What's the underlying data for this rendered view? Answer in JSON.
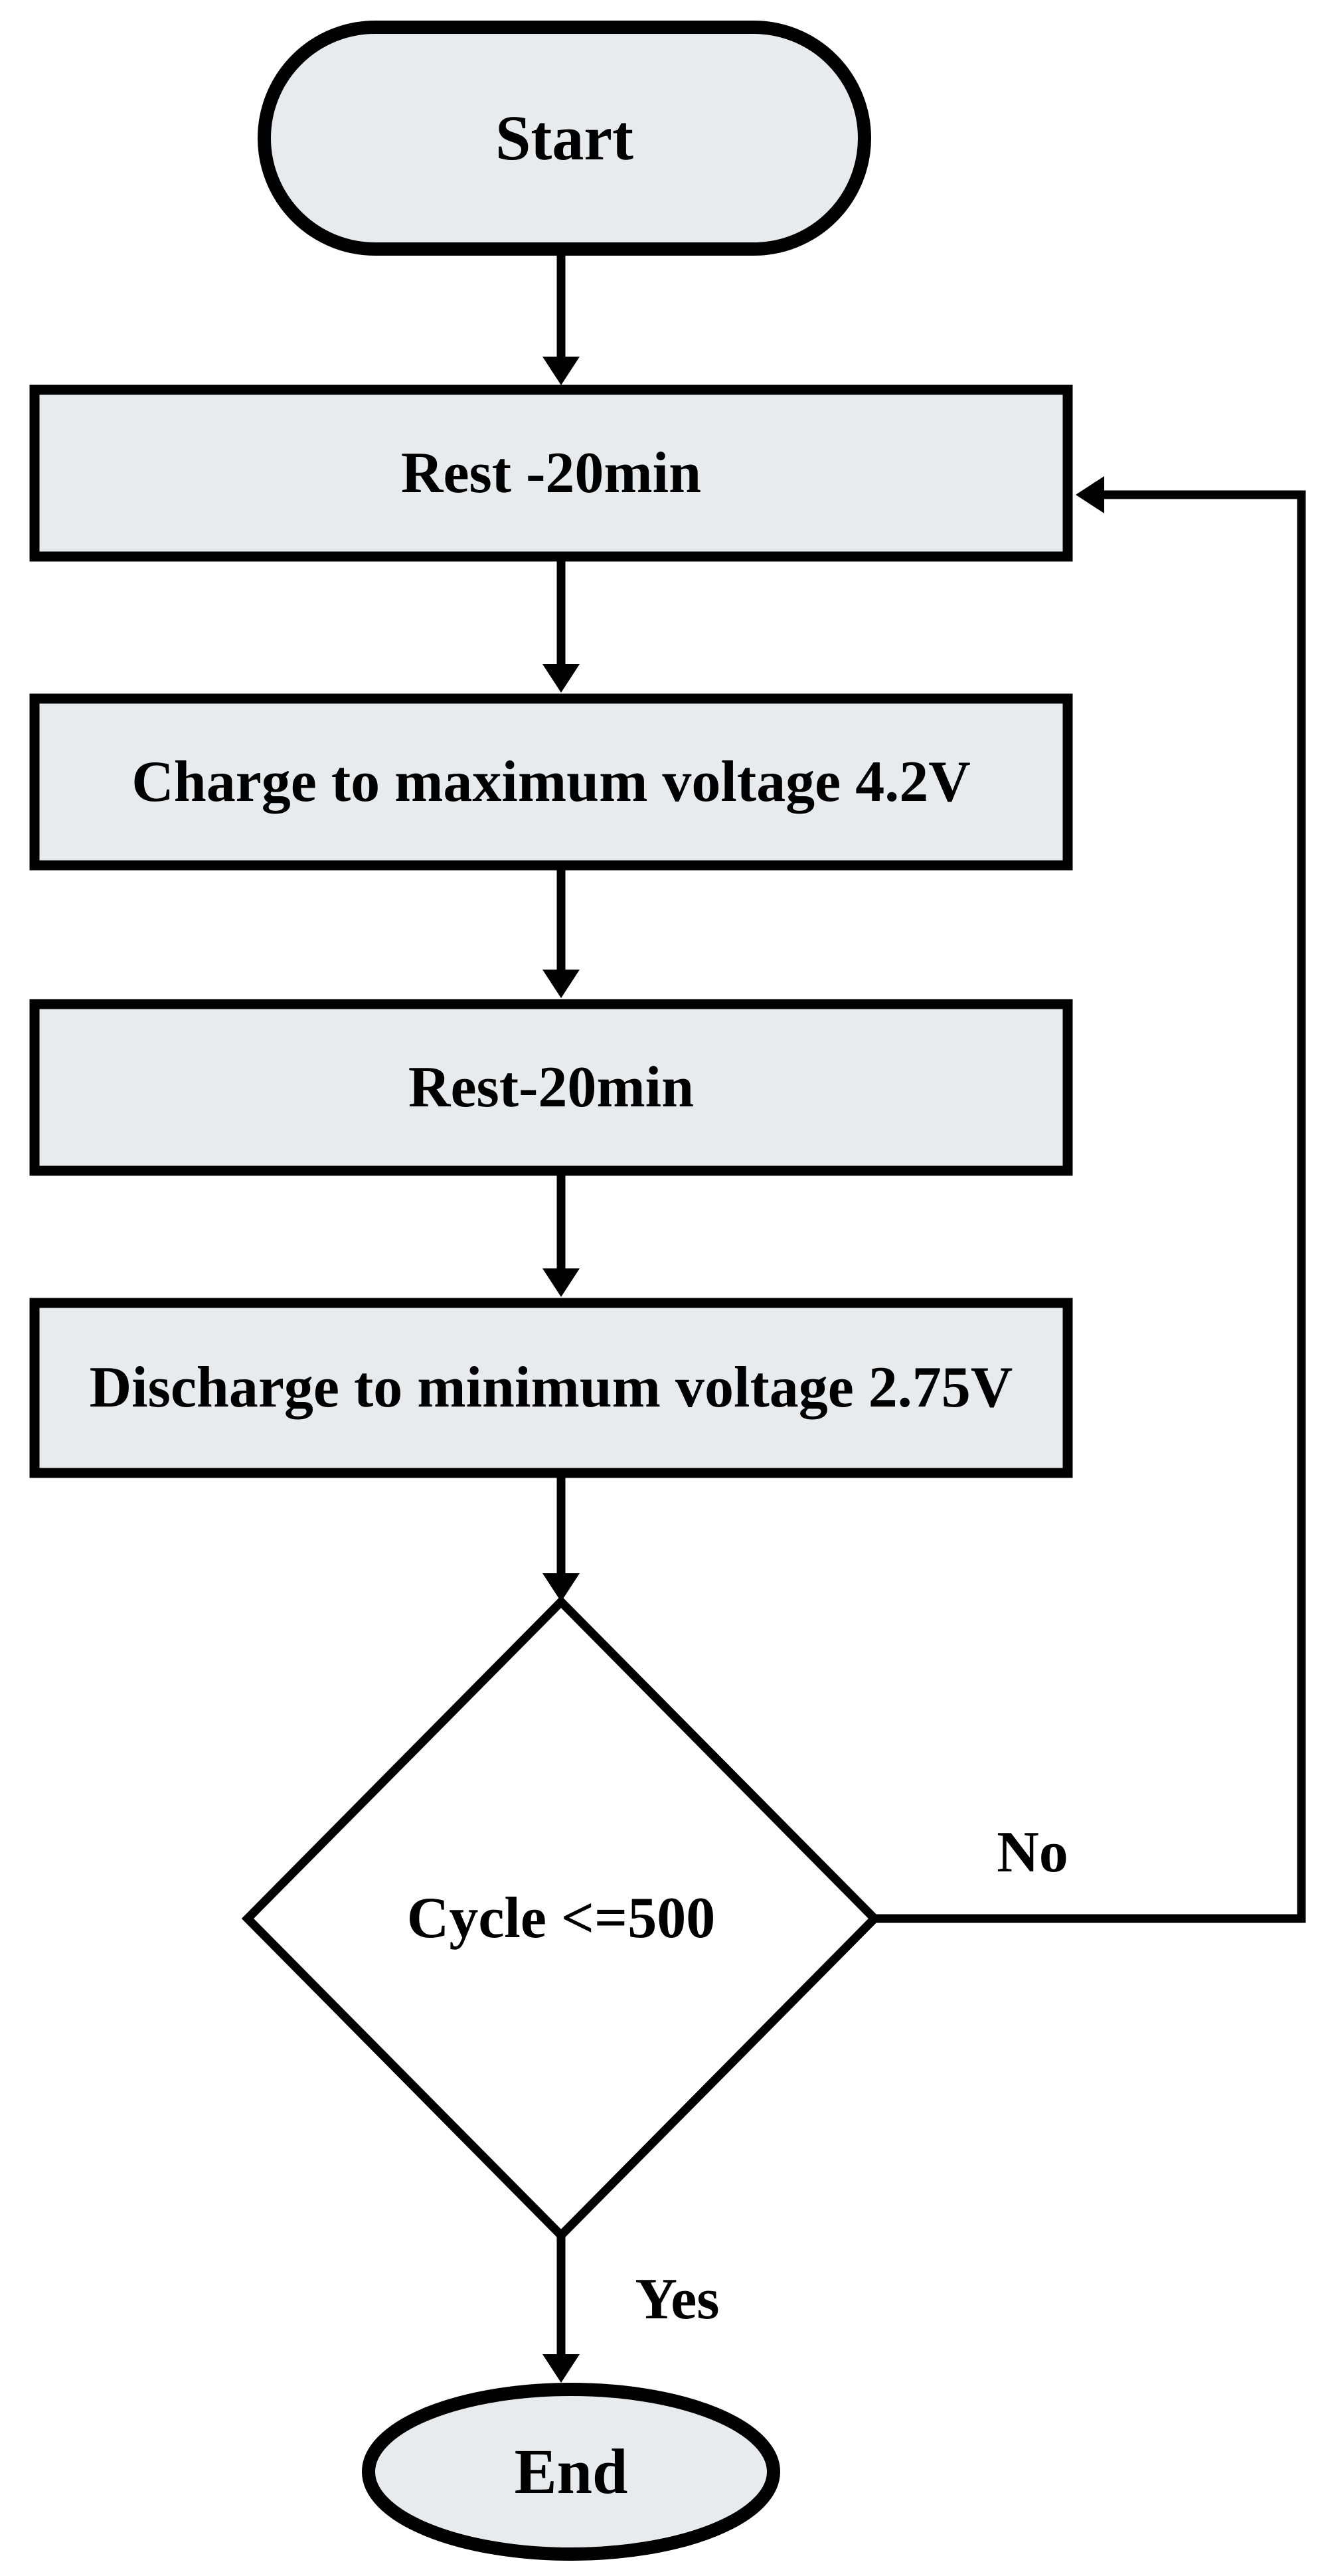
{
  "flowchart": {
    "nodes": [
      {
        "id": "start",
        "shape": "terminator",
        "label": "Start"
      },
      {
        "id": "rest1",
        "shape": "process",
        "label": "Rest -20min"
      },
      {
        "id": "charge",
        "shape": "process",
        "label": "Charge to maximum voltage 4.2V"
      },
      {
        "id": "rest2",
        "shape": "process",
        "label": "Rest-20min"
      },
      {
        "id": "discharge",
        "shape": "process",
        "label": "Discharge to minimum voltage 2.75V"
      },
      {
        "id": "decision",
        "shape": "decision",
        "label": "Cycle <=500"
      },
      {
        "id": "end",
        "shape": "terminator",
        "label": "End"
      }
    ],
    "branch_labels": {
      "no": "No",
      "yes": "Yes"
    },
    "colors": {
      "node_fill": "#e8ebee",
      "decision_fill": "#ffffff",
      "stroke": "#000000"
    }
  }
}
